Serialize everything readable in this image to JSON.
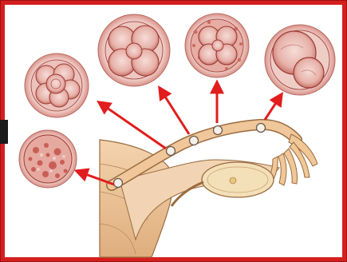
{
  "colors": {
    "frame_red": "#d41f1f",
    "frame_dark": "#8f0f0f",
    "arrow_red": "#e21d1d",
    "cell_fill": "#e8b8b2",
    "cell_line": "#9c3a34",
    "tissue_fill": "#efc79b",
    "tissue_line": "#9a6b3f",
    "uterus_fill": "#e9bf8f"
  },
  "stages": [
    {
      "name": "morula",
      "icon": "morula-icon"
    },
    {
      "name": "eight-cell",
      "icon": "eight-cell-embryo-icon"
    },
    {
      "name": "four-cell-a",
      "icon": "four-cell-embryo-icon"
    },
    {
      "name": "four-cell-b",
      "icon": "four-cell-embryo-icon"
    },
    {
      "name": "two-cell",
      "icon": "two-cell-embryo-icon"
    }
  ]
}
